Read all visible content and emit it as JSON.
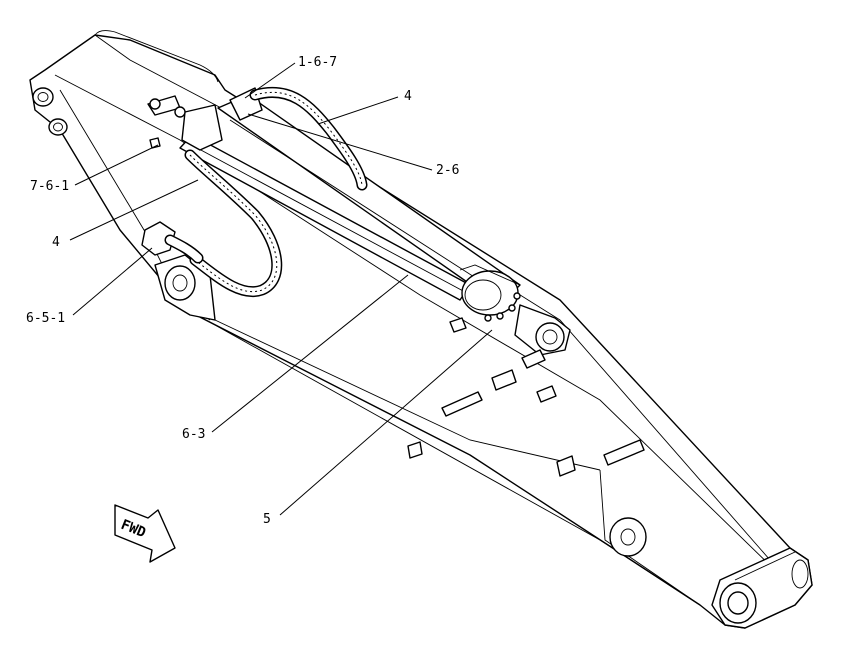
{
  "callouts": [
    {
      "id": "c1",
      "text": "1-6-7"
    },
    {
      "id": "c2",
      "text": "4"
    },
    {
      "id": "c3",
      "text": "2-6"
    },
    {
      "id": "c4",
      "text": "7-6-1"
    },
    {
      "id": "c5",
      "text": "4"
    },
    {
      "id": "c6",
      "text": "6-5-1"
    },
    {
      "id": "c7",
      "text": "6-3"
    },
    {
      "id": "c8",
      "text": "5"
    }
  ],
  "direction_marker": {
    "text": "FWD"
  }
}
